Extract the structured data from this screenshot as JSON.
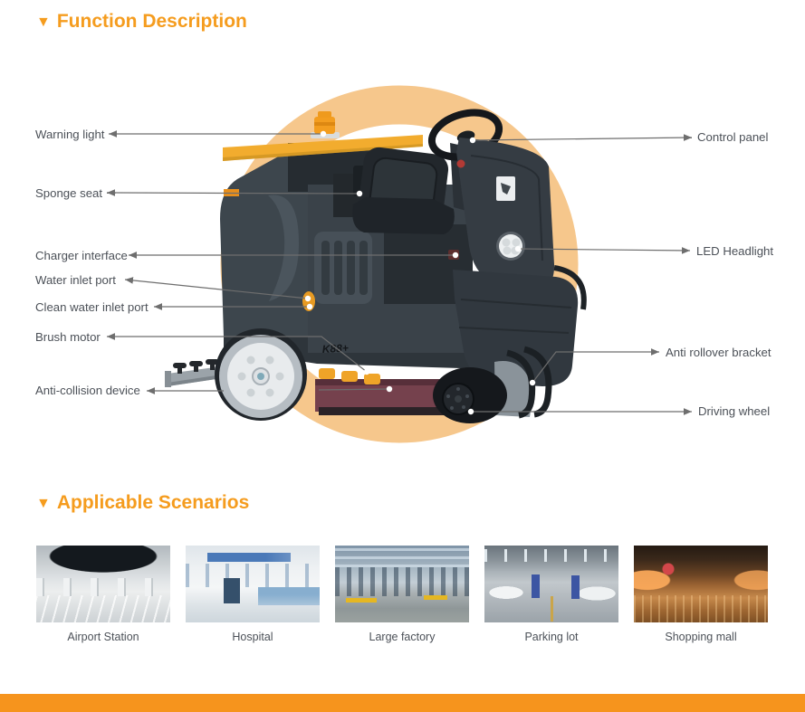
{
  "theme": {
    "accent_orange": "#f59c1e",
    "ring_color": "#f6c78c",
    "footer_bar_color": "#f6941d",
    "label_text_color": "#4c5158",
    "callout_line_color": "#6e6e6e",
    "section_marker_icon": "▼"
  },
  "function_section": {
    "heading": "Function Description",
    "machine_model": "K88+",
    "labels_left": [
      "Warning light",
      "Sponge seat",
      "Charger interface",
      "Water inlet port",
      "Clean water inlet port",
      "Brush motor",
      "Anti-collision device"
    ],
    "labels_right": [
      "Control panel",
      "LED Headlight",
      "Anti rollover bracket",
      "Driving wheel"
    ]
  },
  "scenarios_section": {
    "heading": "Applicable Scenarios",
    "items": [
      {
        "label": "Airport Station"
      },
      {
        "label": "Hospital"
      },
      {
        "label": "Large factory"
      },
      {
        "label": "Parking lot"
      },
      {
        "label": "Shopping mall"
      }
    ]
  }
}
